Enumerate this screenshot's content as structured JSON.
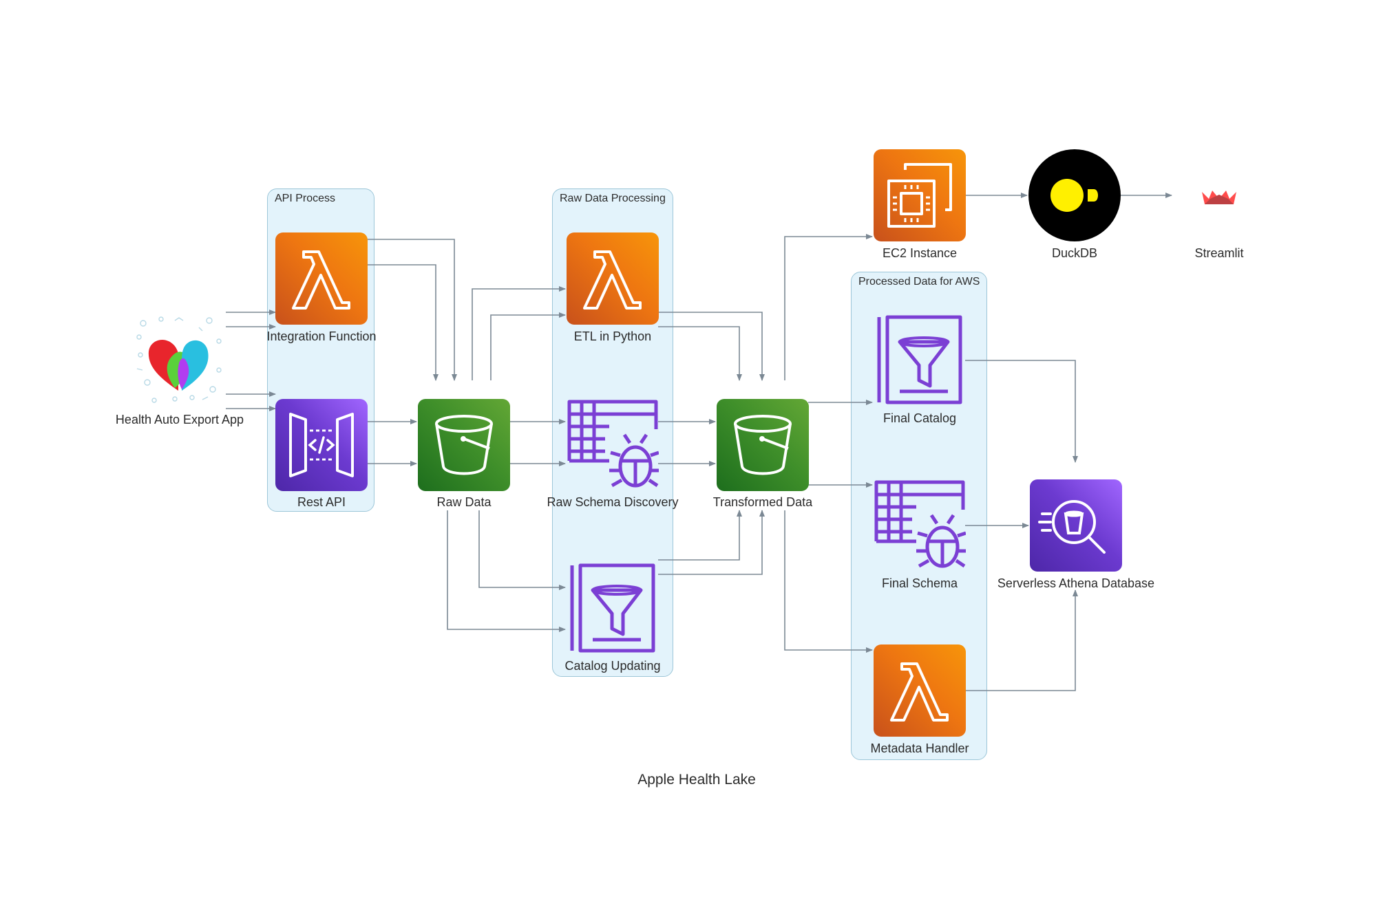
{
  "title": "Apple Health Lake",
  "clusters": {
    "api": "API Process",
    "raw": "Raw Data Processing",
    "processed": "Processed Data for AWS"
  },
  "nodes": {
    "health_app": "Health Auto Export App",
    "integration_fn": "Integration Function",
    "rest_api": "Rest API",
    "raw_data": "Raw Data",
    "etl": "ETL in Python",
    "raw_schema": "Raw Schema Discovery",
    "catalog_updating": "Catalog Updating",
    "transformed": "Transformed Data",
    "ec2": "EC2 Instance",
    "duckdb": "DuckDB",
    "streamlit": "Streamlit",
    "final_catalog": "Final Catalog",
    "final_schema": "Final Schema",
    "metadata_handler": "Metadata Handler",
    "athena": "Serverless Athena Database"
  },
  "icons": {
    "health_app": "health-app-logo-icon",
    "integration_fn": "lambda-icon",
    "rest_api": "api-gateway-icon",
    "raw_data": "s3-bucket-icon",
    "etl": "lambda-icon",
    "raw_schema": "glue-crawler-icon",
    "catalog_updating": "glue-data-catalog-icon",
    "transformed": "s3-bucket-icon",
    "ec2": "ec2-chip-icon",
    "duckdb": "duckdb-logo-icon",
    "streamlit": "streamlit-logo-icon",
    "final_catalog": "glue-data-catalog-icon",
    "final_schema": "glue-crawler-icon",
    "metadata_handler": "lambda-icon",
    "athena": "athena-icon"
  },
  "colors": {
    "compute_orange": "#ed7100",
    "storage_green": "#3f8624",
    "analytics_purple": "#8c4fff",
    "cluster_fill": "#e3f3fb",
    "edge": "#7b8894",
    "duckdb_yellow": "#fff000",
    "streamlit_red": "#ff4b4b"
  }
}
